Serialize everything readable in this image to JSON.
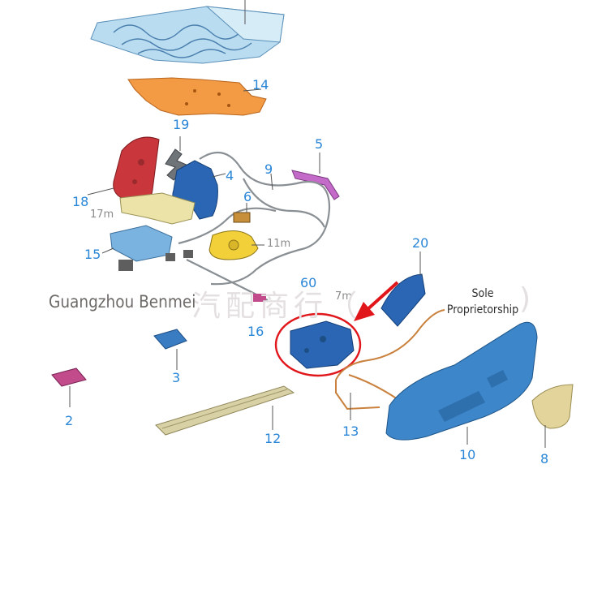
{
  "diagram": {
    "callouts": [
      {
        "id": "14",
        "text": "14"
      },
      {
        "id": "19",
        "text": "19"
      },
      {
        "id": "5",
        "text": "5"
      },
      {
        "id": "9",
        "text": "9"
      },
      {
        "id": "4",
        "text": "4"
      },
      {
        "id": "18",
        "text": "18"
      },
      {
        "id": "6",
        "text": "6"
      },
      {
        "id": "15",
        "text": "15"
      },
      {
        "id": "20",
        "text": "20"
      },
      {
        "id": "60",
        "text": "60"
      },
      {
        "id": "16",
        "text": "16"
      },
      {
        "id": "3",
        "text": "3"
      },
      {
        "id": "2",
        "text": "2"
      },
      {
        "id": "12",
        "text": "12"
      },
      {
        "id": "13",
        "text": "13"
      },
      {
        "id": "10",
        "text": "10"
      },
      {
        "id": "8",
        "text": "8"
      }
    ],
    "torque_labels": [
      {
        "id": "17m",
        "text": "17m"
      },
      {
        "id": "11m",
        "text": "11m"
      },
      {
        "id": "7m",
        "text": "7m"
      }
    ],
    "highlight": {
      "color": "#e0161b"
    },
    "part_colors": {
      "heat_mat": "#a9d3ec",
      "pan": "#f39a44",
      "red_shield": "#c9373c",
      "blue_part": "#2a66b3",
      "light_blue_module": "#7bb3e0",
      "yellow_motor": "#f2d03a",
      "purple_bracket": "#c46ac8",
      "rail": "#d9d1a6",
      "copper_wire": "#c9813d",
      "side_trim": "#3c86c9",
      "end_cap": "#e2d49b",
      "pink_clip": "#c14b8b"
    }
  },
  "watermark": {
    "main": "Guangzhou Benmei",
    "cn": "汽配商行（",
    "sole_line1": "Sole",
    "sole_line2": "Proprietorship"
  }
}
